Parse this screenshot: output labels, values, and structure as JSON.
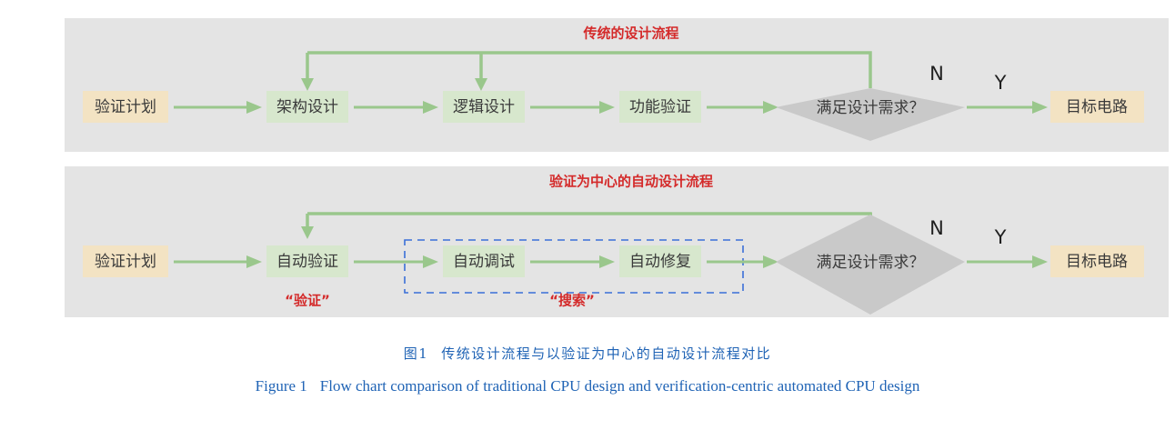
{
  "figure": {
    "caption_cn_number": "图1",
    "caption_cn_text": "传统设计流程与以验证为中心的自动设计流程对比",
    "caption_en_number": "Figure 1",
    "caption_en_text": "Flow chart comparison of traditional CPU design and verification-centric automated CPU design"
  },
  "colors": {
    "panel_background": "#e4e4e4",
    "process_box": "#d7e7cd",
    "terminal_box": "#f3e3c3",
    "decision_box": "#c9c9c9",
    "edge_green": "#9ac78c",
    "title_red": "#d42a2a",
    "dashed_blue": "#3a6fd8",
    "caption_blue": "#1f63b5"
  },
  "panels": [
    {
      "id": "traditional",
      "title": "传统的设计流程",
      "nodes": [
        {
          "id": "t-plan",
          "label": "验证计划",
          "type": "terminal"
        },
        {
          "id": "t-arch",
          "label": "架构设计",
          "type": "process"
        },
        {
          "id": "t-logic",
          "label": "逻辑设计",
          "type": "process"
        },
        {
          "id": "t-verify",
          "label": "功能验证",
          "type": "process"
        },
        {
          "id": "t-dec",
          "label": "满足设计需求？",
          "type": "decision"
        },
        {
          "id": "t-target",
          "label": "目标电路",
          "type": "terminal"
        }
      ],
      "branches": [
        {
          "id": "t-no",
          "label": "N"
        },
        {
          "id": "t-yes",
          "label": "Y"
        }
      ],
      "annotations": []
    },
    {
      "id": "automated",
      "title": "验证为中心的自动设计流程",
      "nodes": [
        {
          "id": "a-plan",
          "label": "验证计划",
          "type": "terminal"
        },
        {
          "id": "a-verify",
          "label": "自动验证",
          "type": "process"
        },
        {
          "id": "a-debug",
          "label": "自动调试",
          "type": "process"
        },
        {
          "id": "a-repair",
          "label": "自动修复",
          "type": "process"
        },
        {
          "id": "a-dec",
          "label": "满足设计需求？",
          "type": "decision"
        },
        {
          "id": "a-target",
          "label": "目标电路",
          "type": "terminal"
        }
      ],
      "branches": [
        {
          "id": "a-no",
          "label": "N"
        },
        {
          "id": "a-yes",
          "label": "Y"
        }
      ],
      "annotations": [
        {
          "id": "annot-verify",
          "label": "“验证”"
        },
        {
          "id": "annot-search",
          "label": "“搜索”"
        }
      ]
    }
  ]
}
